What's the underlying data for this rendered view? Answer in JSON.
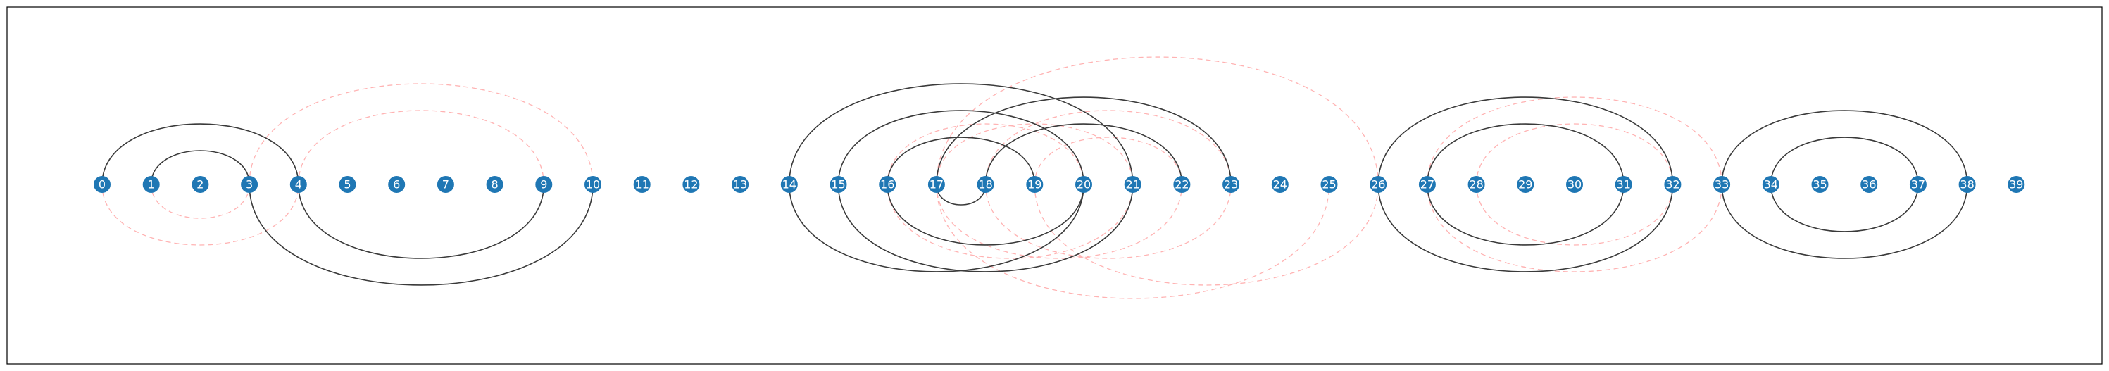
{
  "diagram": {
    "type": "arc-diagram",
    "nodes": [
      {
        "id": "0"
      },
      {
        "id": "1"
      },
      {
        "id": "2"
      },
      {
        "id": "3"
      },
      {
        "id": "4"
      },
      {
        "id": "5"
      },
      {
        "id": "6"
      },
      {
        "id": "7"
      },
      {
        "id": "8"
      },
      {
        "id": "9"
      },
      {
        "id": "10"
      },
      {
        "id": "11"
      },
      {
        "id": "12"
      },
      {
        "id": "13"
      },
      {
        "id": "14"
      },
      {
        "id": "15"
      },
      {
        "id": "16"
      },
      {
        "id": "17"
      },
      {
        "id": "18"
      },
      {
        "id": "19"
      },
      {
        "id": "20"
      },
      {
        "id": "21"
      },
      {
        "id": "22"
      },
      {
        "id": "23"
      },
      {
        "id": "24"
      },
      {
        "id": "25"
      },
      {
        "id": "26"
      },
      {
        "id": "27"
      },
      {
        "id": "28"
      },
      {
        "id": "29"
      },
      {
        "id": "30"
      },
      {
        "id": "31"
      },
      {
        "id": "32"
      },
      {
        "id": "33"
      },
      {
        "id": "34"
      },
      {
        "id": "35"
      },
      {
        "id": "36"
      },
      {
        "id": "37"
      },
      {
        "id": "38"
      },
      {
        "id": "39"
      }
    ],
    "solid_edges": [
      {
        "source": 0,
        "target": 4,
        "side": "top"
      },
      {
        "source": 1,
        "target": 3,
        "side": "top"
      },
      {
        "source": 4,
        "target": 9,
        "side": "bottom"
      },
      {
        "source": 3,
        "target": 10,
        "side": "bottom"
      },
      {
        "source": 14,
        "target": 21,
        "side": "top"
      },
      {
        "source": 15,
        "target": 20,
        "side": "top"
      },
      {
        "source": 16,
        "target": 19,
        "side": "top"
      },
      {
        "source": 17,
        "target": 18,
        "side": "bottom"
      },
      {
        "source": 17,
        "target": 23,
        "side": "top"
      },
      {
        "source": 18,
        "target": 22,
        "side": "top"
      },
      {
        "source": 16,
        "target": 20,
        "side": "bottom"
      },
      {
        "source": 15,
        "target": 21,
        "side": "bottom"
      },
      {
        "source": 14,
        "target": 20,
        "side": "bottom"
      },
      {
        "source": 26,
        "target": 32,
        "side": "top"
      },
      {
        "source": 27,
        "target": 31,
        "side": "top"
      },
      {
        "source": 27,
        "target": 31,
        "side": "bottom"
      },
      {
        "source": 26,
        "target": 32,
        "side": "bottom"
      },
      {
        "source": 33,
        "target": 38,
        "side": "top"
      },
      {
        "source": 34,
        "target": 37,
        "side": "top"
      },
      {
        "source": 34,
        "target": 37,
        "side": "bottom"
      },
      {
        "source": 33,
        "target": 38,
        "side": "bottom"
      }
    ],
    "dashed_edges": [
      {
        "source": 3,
        "target": 10,
        "side": "top"
      },
      {
        "source": 4,
        "target": 9,
        "side": "top"
      },
      {
        "source": 1,
        "target": 3,
        "side": "bottom"
      },
      {
        "source": 0,
        "target": 4,
        "side": "bottom"
      },
      {
        "source": 17,
        "target": 26,
        "side": "top"
      },
      {
        "source": 18,
        "target": 23,
        "side": "top"
      },
      {
        "source": 19,
        "target": 22,
        "side": "top"
      },
      {
        "source": 16,
        "target": 20,
        "side": "top"
      },
      {
        "source": 17,
        "target": 21,
        "side": "top"
      },
      {
        "source": 17,
        "target": 22,
        "side": "bottom"
      },
      {
        "source": 18,
        "target": 23,
        "side": "bottom"
      },
      {
        "source": 16,
        "target": 21,
        "side": "bottom"
      },
      {
        "source": 17,
        "target": 25,
        "side": "bottom"
      },
      {
        "source": 19,
        "target": 26,
        "side": "bottom"
      },
      {
        "source": 27,
        "target": 33,
        "side": "top"
      },
      {
        "source": 28,
        "target": 32,
        "side": "top"
      },
      {
        "source": 28,
        "target": 32,
        "side": "bottom"
      },
      {
        "source": 27,
        "target": 33,
        "side": "bottom"
      }
    ],
    "colors": {
      "node_fill": "#1f77b4",
      "node_label": "#ffffff",
      "solid_edge": "#3a3a3a",
      "dashed_edge": "#ffb3b3",
      "frame": "#000000"
    }
  }
}
